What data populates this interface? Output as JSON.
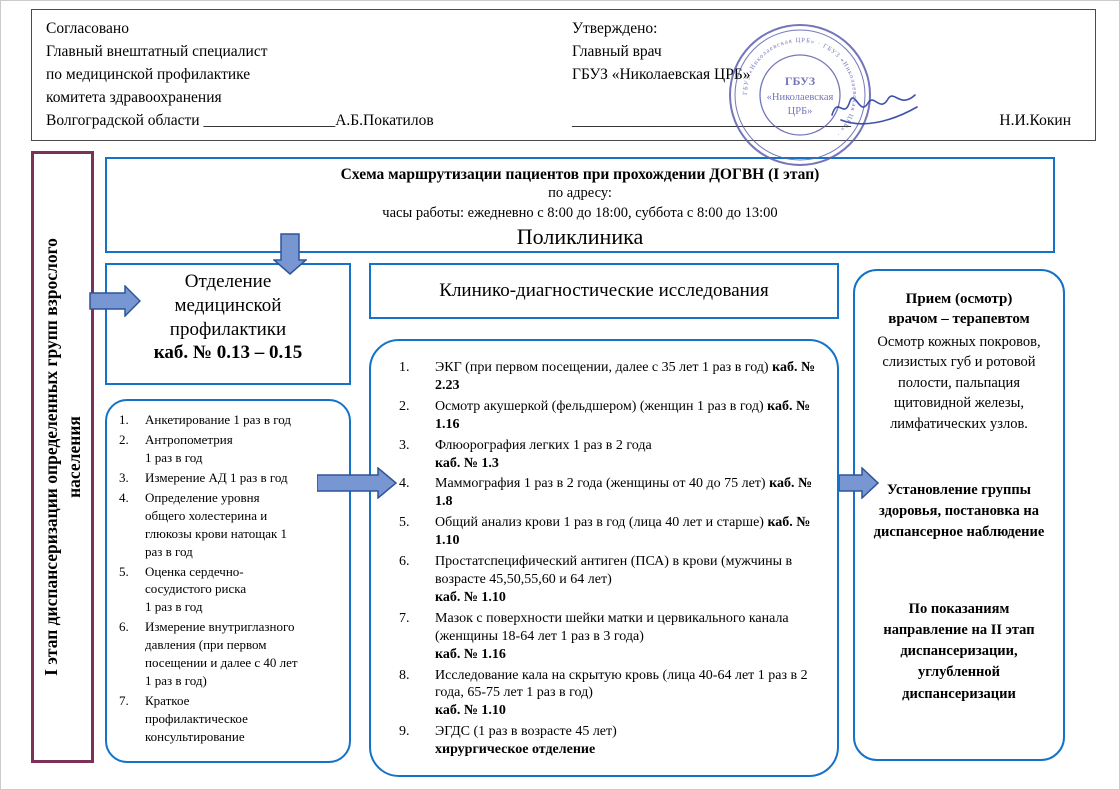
{
  "colors": {
    "box_border": "#1472c8",
    "arrow_fill": "#7796d2",
    "arrow_stroke": "#2f5597",
    "sidebar_border": "#7e3158",
    "stamp_ink": "#5c5fae",
    "signature_ink": "#2b3f9e",
    "cell_border": "#4a4a4a"
  },
  "approval": {
    "agreed": {
      "lines": [
        "Согласовано",
        "Главный внештатный специалист",
        "по медицинской профилактике",
        "комитета здравоохранения"
      ],
      "sign_prefix": "Волгоградской области _________________",
      "name": "А.Б.Покатилов"
    },
    "approved": {
      "lines": [
        "Утверждено:",
        "Главный врач",
        "ГБУЗ «Николаевская ЦРБ»"
      ],
      "sign_prefix": "____________________________________",
      "name": "Н.И.Кокин"
    }
  },
  "stamp": {
    "center_top": "ГБУЗ",
    "center_mid": "«Николаевская",
    "center_bottom": "ЦРБ»",
    "ring_text": "ГБУЗ «Николаевская ЦРБ» · ГБУЗ «Николаевская ЦРБ» ·"
  },
  "sidebar": {
    "label": "I этап диспансеризации определенных групп взрослого\nнаселения"
  },
  "scheme_header": {
    "title": "Схема маршрутизации пациентов при прохождении ДОГВН (I этап)",
    "subtitle": "по адресу:",
    "hours": "часы работы: ежедневно с 8:00 до 18:00, суббота с 8:00 до 13:00",
    "building": "Поликлиника"
  },
  "prevention_dept": {
    "title": "Отделение\nмедицинской\nпрофилактики",
    "cab": "каб. № 0.13 – 0.15",
    "services": [
      "Анкетирование 1 раз в год",
      "Антропометрия\n1 раз в год",
      "Измерение АД 1 раз в год",
      "Определение уровня\nобщего холестерина и\nглюкозы крови натощак 1\nраз в год",
      "Оценка сердечно-\nсосудистого риска\n1 раз в год",
      "Измерение внутриглазного\nдавления (при первом\nпосещении и далее с 40 лет\n1 раз в год)",
      "Краткое\nпрофилактическое\nконсультирование"
    ]
  },
  "diagnostics": {
    "title": "Клинико-диагностические исследования",
    "items": [
      {
        "text": "ЭКГ (при первом посещении, далее с 35 лет 1 раз в год)",
        "cab": "каб. № 2.23"
      },
      {
        "text": "Осмотр акушеркой (фельдшером) (женщин 1 раз в год)",
        "cab": "каб. № 1.16"
      },
      {
        "text": "Флюорография легких 1 раз в 2 года",
        "cab": "каб. № 1.3",
        "cab_own_line": true
      },
      {
        "text": "Маммография 1 раз в 2 года (женщины от 40 до 75 лет)",
        "cab": "каб. № 1.8"
      },
      {
        "text": "Общий анализ крови 1 раз в год (лица 40 лет и старше)",
        "cab": "каб. № 1.10"
      },
      {
        "text": "Простатспецифический антиген (ПСА) в крови (мужчины в возрасте 45,50,55,60 и 64 лет)",
        "cab": "каб. № 1.10",
        "cab_own_line": true
      },
      {
        "text": "Мазок с поверхности шейки матки и цервикального канала (женщины 18-64 лет 1 раз в 3 года)",
        "cab": "каб. № 1.16",
        "cab_own_line": true
      },
      {
        "text": "Исследование кала на скрытую кровь (лица 40-64 лет 1 раз в 2 года, 65-75 лет 1 раз в год)",
        "cab": "каб. № 1.10",
        "cab_own_line": true
      },
      {
        "text": "ЭГДС (1 раз в возрасте 45 лет)",
        "cab": "хирургическое отделение",
        "cab_own_line": true
      }
    ]
  },
  "therapist": {
    "title": "Прием (осмотр)\nврачом – терапевтом",
    "exam": "Осмотр кожных покровов, слизистых губ и ротовой полости, пальпация щитовидной железы, лимфатических узлов.",
    "outcome1": "Установление группы здоровья, постановка на диспансерное наблюдение",
    "outcome2": "По показаниям направление на II этап диспансеризации, углубленной диспансеризации"
  }
}
